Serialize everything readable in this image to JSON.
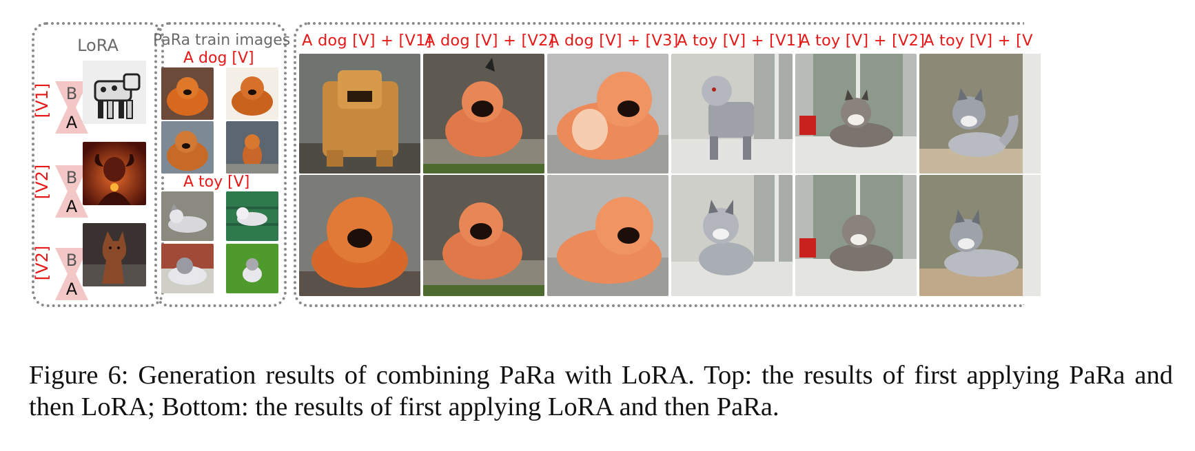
{
  "lora_panel": {
    "title": "LoRA",
    "rows": [
      {
        "label": "[V1]",
        "b": "B",
        "a": "A",
        "image": "robot-dog-image"
      },
      {
        "label": "[V2]",
        "b": "B",
        "a": "A",
        "image": "demon-image"
      },
      {
        "label": "[V2]",
        "b": "B",
        "a": "A",
        "image": "wooden-wolf-image"
      }
    ]
  },
  "train_panel": {
    "title": "PaRa train images",
    "groups": [
      {
        "label": "A dog [V]",
        "images": [
          "chow-dog",
          "chow-dog",
          "chow-dog",
          "chow-dog"
        ]
      },
      {
        "label": "A toy [V]",
        "images": [
          "plush-husky",
          "plush-husky",
          "plush-husky",
          "plush-husky"
        ]
      }
    ]
  },
  "results": {
    "columns": [
      "A dog [V] + [V1]",
      "A dog [V] + [V2]",
      "A dog [V] + [V3]",
      "A toy [V] + [V1]",
      "A toy [V] + [V2]",
      "A toy [V] + [V"
    ],
    "rows": [
      "top",
      "bottom"
    ]
  },
  "caption": "Figure 6: Generation results of combining PaRa with LoRA. Top: the results of first applying PaRa and then LoRA; Bottom: the results of first applying LoRA and then PaRa.",
  "colors": {
    "label_red": "#e61919",
    "bowtie_fill": "#f4c7c7",
    "border_gray": "#8a8a8a"
  }
}
